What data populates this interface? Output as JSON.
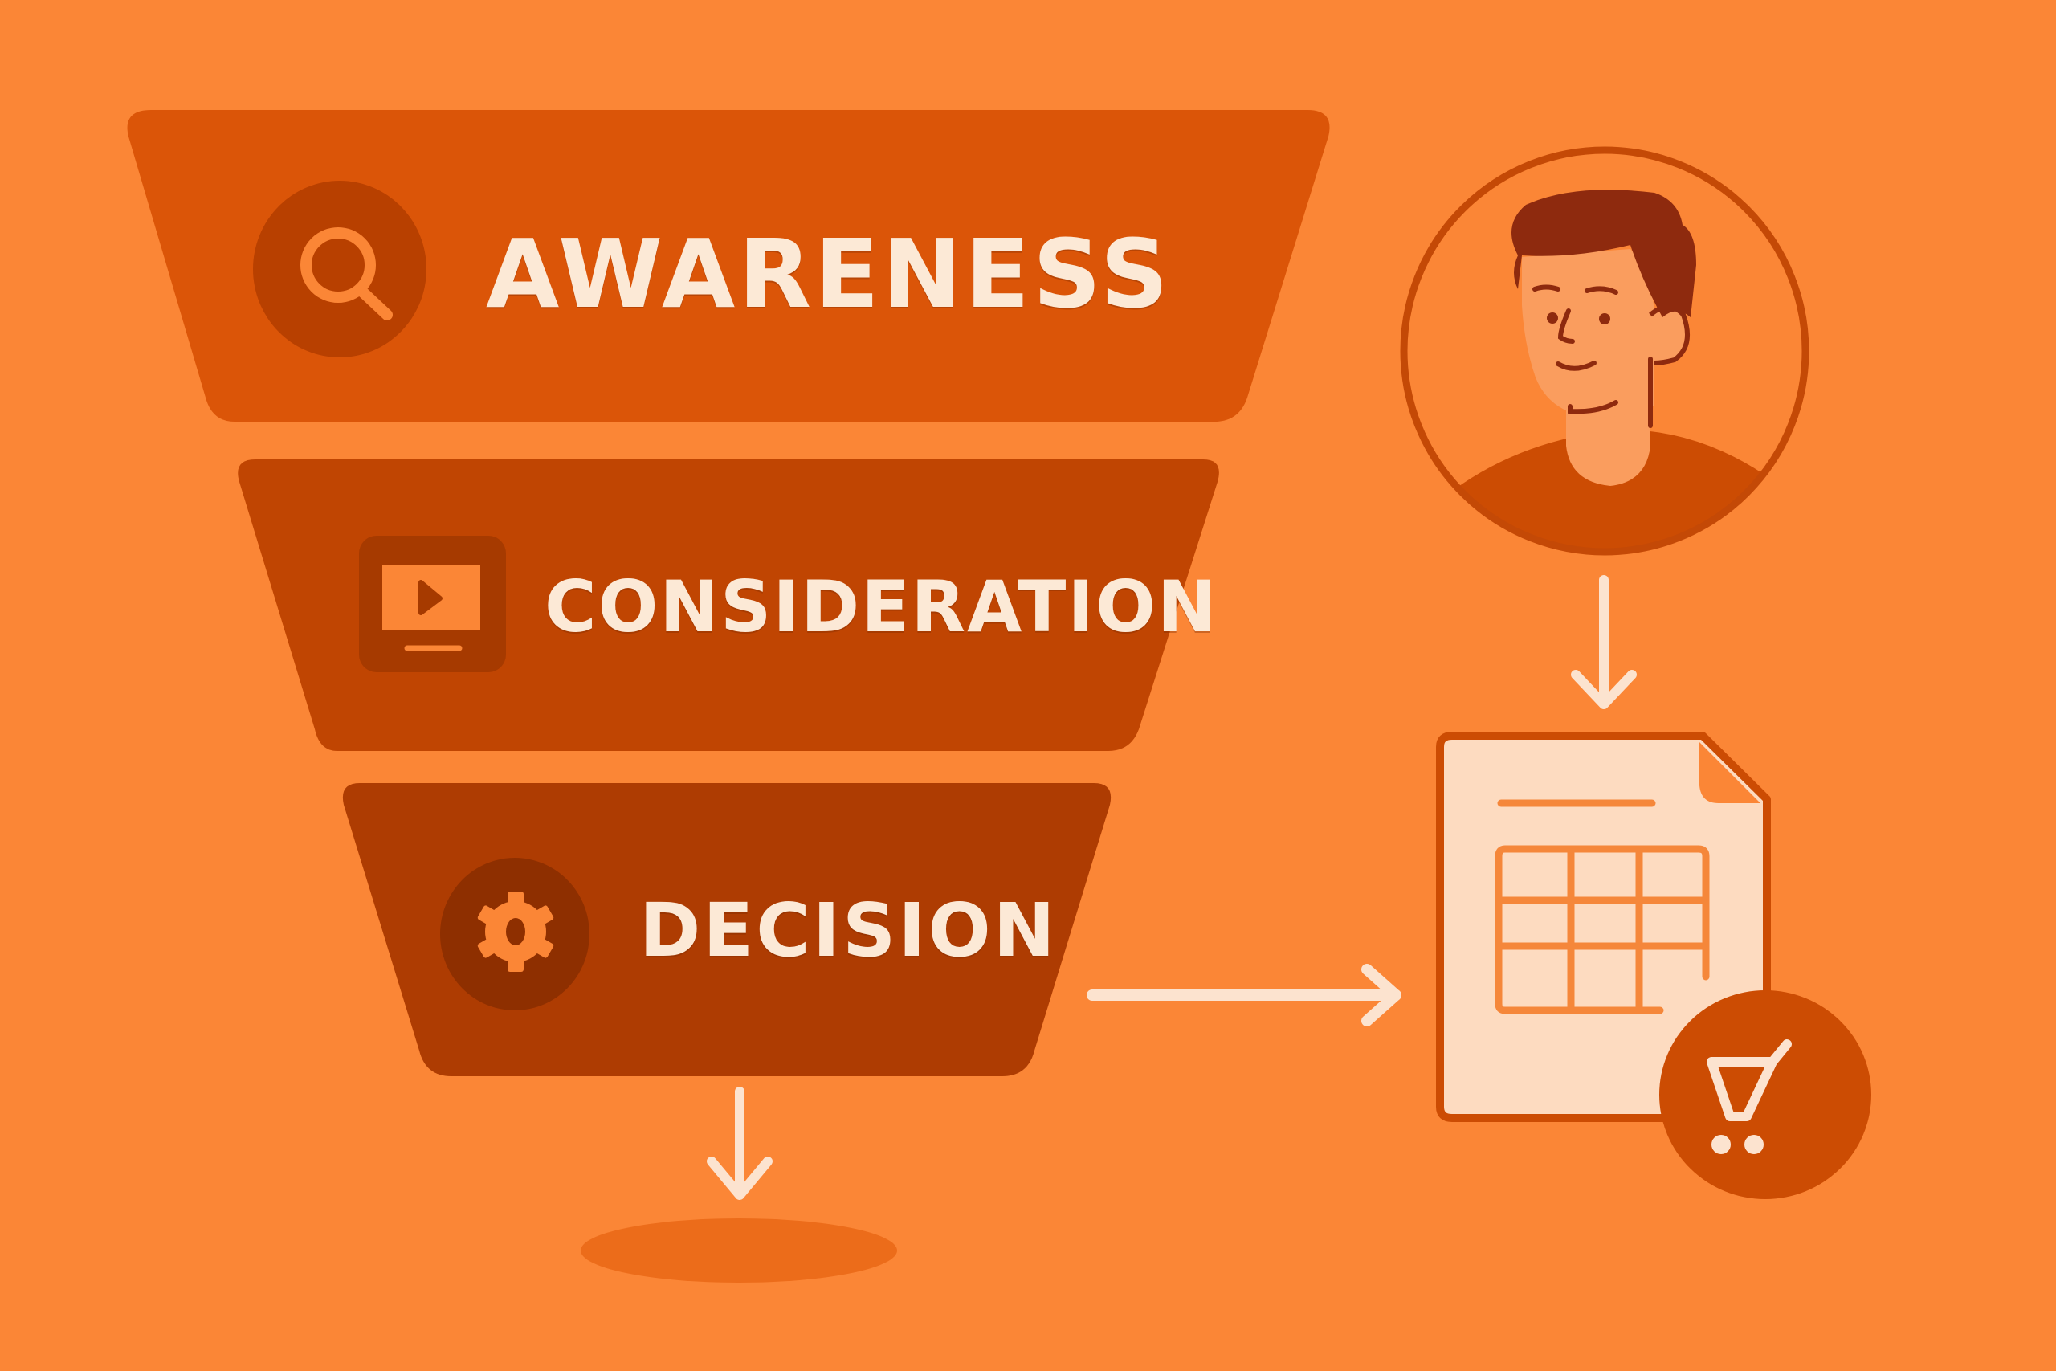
{
  "diagram": {
    "type": "marketing-funnel",
    "stages": [
      {
        "label": "AWARENESS",
        "icon": "search-icon",
        "color": "#DB5508"
      },
      {
        "label": "CONSIDERATION",
        "icon": "video-screen-icon",
        "color": "#C04502"
      },
      {
        "label": "DECISION",
        "icon": "gear-icon",
        "color": "#AE3C02"
      }
    ],
    "side_flow": [
      {
        "element": "customer-avatar",
        "icon": "person-icon"
      },
      {
        "element": "order-document",
        "icon": "spreadsheet-document-icon"
      },
      {
        "element": "purchase-badge",
        "icon": "shopping-cart-icon"
      }
    ],
    "connections": [
      {
        "from": "customer-avatar",
        "to": "order-document",
        "direction": "down"
      },
      {
        "from": "DECISION",
        "to": "order-document",
        "direction": "right"
      },
      {
        "from": "DECISION",
        "to": "funnel-outlet-shadow",
        "direction": "down"
      }
    ]
  },
  "colors": {
    "background": "#FB8636",
    "label_text": "#FCE9D6",
    "arrow": "#FCE3CF",
    "icon_accent": "#FB8636"
  }
}
